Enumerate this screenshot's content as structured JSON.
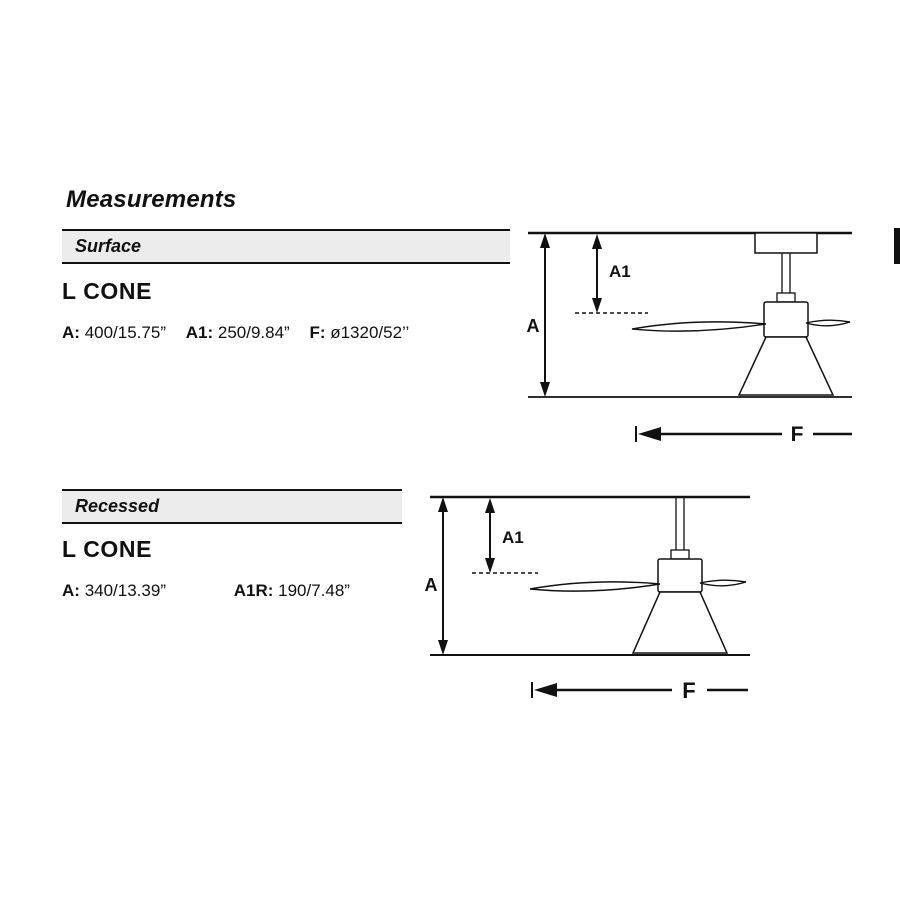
{
  "page_title": "Measurements",
  "colors": {
    "bar_background": "#ececec",
    "line": "#111111",
    "background": "#ffffff"
  },
  "sections": [
    {
      "header": "Surface",
      "product_name": "L CONE",
      "specs": [
        {
          "label": "A:",
          "value": "400/15.75”"
        },
        {
          "label": "A1:",
          "value": "250/9.84”"
        },
        {
          "label": "F:",
          "value": "ø1320/52’’"
        }
      ],
      "diagram": {
        "label_a": "A",
        "label_a1": "A1",
        "label_f": "F"
      }
    },
    {
      "header": "Recessed",
      "product_name": "L CONE",
      "specs": [
        {
          "label": "A:",
          "value": "340/13.39”"
        },
        {
          "label": "A1R:",
          "value": "190/7.48”"
        }
      ],
      "diagram": {
        "label_a": "A",
        "label_a1": "A1",
        "label_f": "F"
      }
    }
  ]
}
